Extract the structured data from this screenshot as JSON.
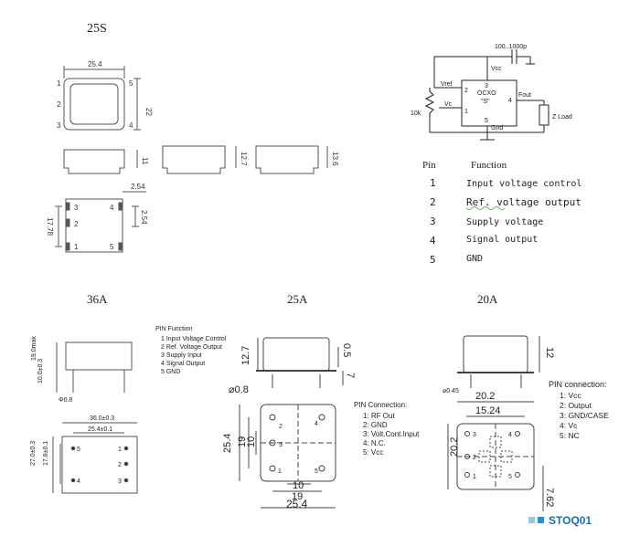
{
  "headings": {
    "s25": "25S",
    "a36": "36A",
    "a25": "25A",
    "a20": "20A"
  },
  "s25_drawing": {
    "top_width": "25.4",
    "top_height": "22",
    "pins_left": [
      "1",
      "2",
      "3"
    ],
    "pins_right": [
      "5",
      "4"
    ],
    "side_heights": [
      "11",
      "12.7",
      "13.6"
    ],
    "bottom_dims": [
      "2.54",
      "17.78",
      "2.54"
    ],
    "bottom_pins": [
      "3",
      "4",
      "2",
      "1",
      "5"
    ]
  },
  "schematic": {
    "cap_label": "100..1000p",
    "vcc": "Vcc",
    "vref": "Vref",
    "ocxo": "OCXO",
    "s": "\"S\"",
    "fout": "Fout",
    "vc": "Vc",
    "res": "10k",
    "load": "Z Load",
    "gnd": "Gnd",
    "pins": [
      "3",
      "2",
      "4",
      "1",
      "5"
    ]
  },
  "pin_table": {
    "header_pin": "Pin",
    "header_function": "Function",
    "rows": [
      {
        "pin": "1",
        "function": "Input voltage control"
      },
      {
        "pin": "2",
        "function": "Ref. voltage output"
      },
      {
        "pin": "3",
        "function": "Supply voltage"
      },
      {
        "pin": "4",
        "function": "Signal output"
      },
      {
        "pin": "5",
        "function": "GND"
      }
    ]
  },
  "a36_drawing": {
    "pin_title": "PIN Function",
    "pin_list": [
      "1 Input Voltage Control",
      "2 Ref. Voltage Output",
      "3 Supply Input",
      "4 Signal Output",
      "5 GND"
    ],
    "height_dim": "19.0max",
    "lead_dim": "10.0±0.3",
    "pin_dia": "Φ0.8",
    "width_dim": "36.0±0.3",
    "pitch_dim": "25.4±0.1",
    "depth_dim": "27.0±0.3",
    "inner_dim": "17.8±0.1",
    "pins": [
      "5",
      "1",
      "2",
      "3",
      "4"
    ]
  },
  "a25_drawing": {
    "h1": "12.7",
    "h2": "0.5",
    "h3": "7",
    "dia": "⌀0.8",
    "side": "25.4",
    "inner1": "19",
    "inner2": "10",
    "bottom1": "10",
    "bottom2": "19",
    "bottom3": "25.4",
    "pin_title": "PIN Connection:",
    "pin_list": [
      "1: RF Out",
      "2: GND",
      "3: Volt.Cont.Input",
      "4: N.C.",
      "5: Vcc"
    ],
    "pins": [
      "2",
      "4",
      "3",
      "1",
      "5"
    ]
  },
  "a20_drawing": {
    "h": "12",
    "dia": "⌀0.45",
    "w1": "20.2",
    "w2": "15.24",
    "side": "20.2",
    "small": "7.62",
    "pin_title": "PIN connection:",
    "pin_list": [
      "1: Vcc",
      "2: Output",
      "3: GND/CASE",
      "4: Vc",
      "5: NC"
    ],
    "pins": [
      "3",
      "4",
      "1",
      "5",
      "2"
    ]
  },
  "watermark": "STOQ01"
}
